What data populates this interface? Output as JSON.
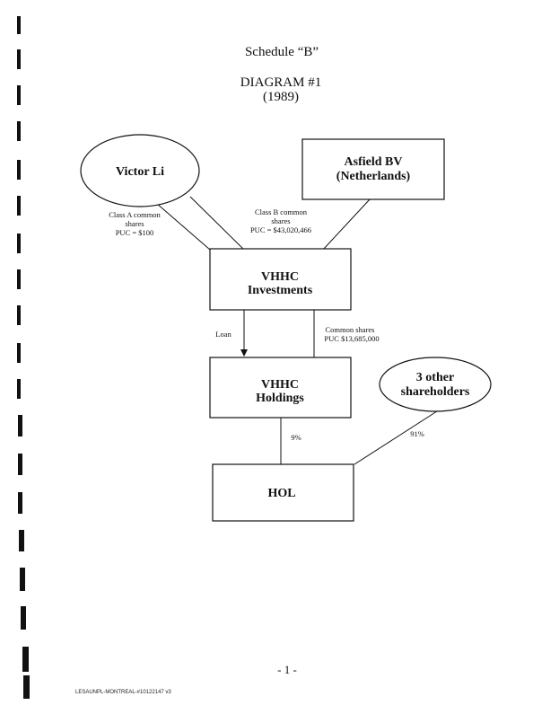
{
  "header": {
    "schedule": "Schedule “B”",
    "diagram": "DIAGRAM #1",
    "year": "(1989)"
  },
  "nodes": {
    "victor_li": "Victor Li",
    "asfield_line1": "Asfield BV",
    "asfield_line2": "(Netherlands)",
    "vhhc_inv_line1": "VHHC",
    "vhhc_inv_line2": "Investments",
    "vhhc_hold_line1": "VHHC",
    "vhhc_hold_line2": "Holdings",
    "others_line1": "3 other",
    "others_line2": "shareholders",
    "hol": "HOL"
  },
  "edges": {
    "class_a": [
      "Class A common",
      "shares",
      "PUC = $100"
    ],
    "class_b": [
      "Class B common",
      "shares",
      "PUC = $43,020,466"
    ],
    "loan": "Loan",
    "common": [
      "Common shares",
      "PUC $13,685,000"
    ],
    "pct_9": "9%",
    "pct_91": "91%"
  },
  "footer": {
    "page": "- 1 -",
    "doc_id": "LESAUNPL-MONTREAL-#10122147 v3"
  }
}
